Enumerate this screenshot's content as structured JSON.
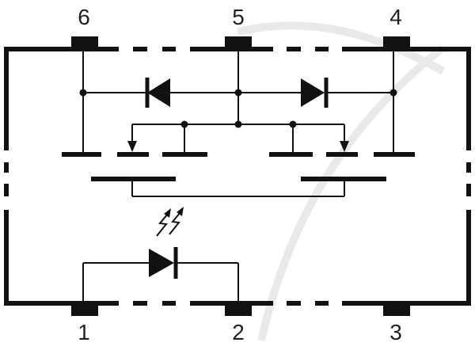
{
  "diagram": {
    "pins": {
      "p1": "1",
      "p2": "2",
      "p3": "3",
      "p4": "4",
      "p5": "5",
      "p6": "6"
    },
    "colors": {
      "line": "#111111",
      "text": "#222222",
      "watermark": "#e6e6e6"
    },
    "icons": [
      "diode-icon",
      "led-icon",
      "mosfet-icon",
      "light-arrow-icon"
    ]
  }
}
